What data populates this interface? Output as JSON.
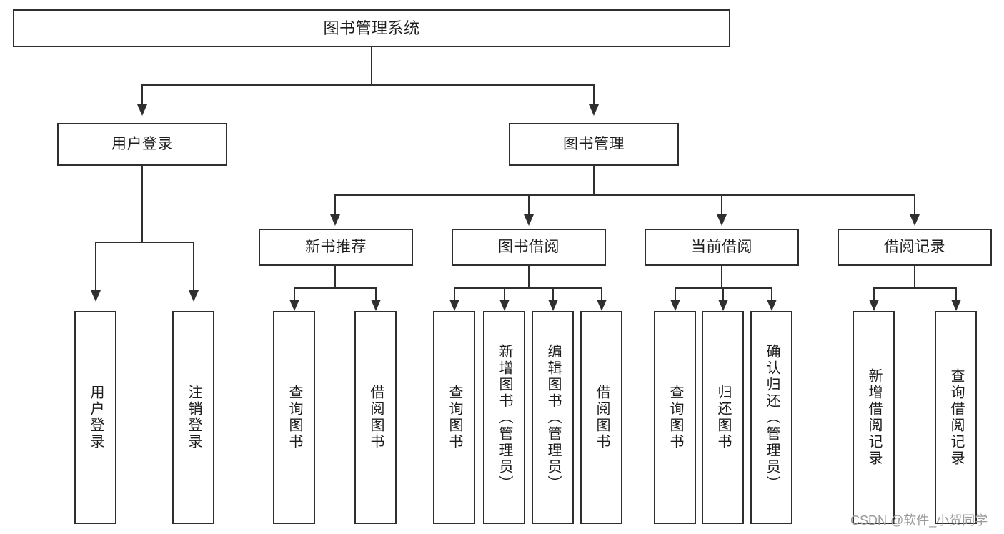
{
  "diagram": {
    "title": "图书管理系统",
    "type": "tree",
    "orientation": "top-down",
    "background_color": "#ffffff",
    "line_color": "#2f2f2f",
    "text_color": "#1d1d1d"
  },
  "nodes": {
    "root": {
      "label": "图书管理系统",
      "level": 0,
      "text_orientation": "horizontal"
    },
    "level1": [
      {
        "id": "user-login",
        "label": "用户登录",
        "text_orientation": "horizontal"
      },
      {
        "id": "book-manage",
        "label": "图书管理",
        "text_orientation": "horizontal"
      }
    ],
    "level2": [
      {
        "id": "new-book-recommend",
        "label": "新书推荐",
        "parent": "book-manage",
        "text_orientation": "horizontal"
      },
      {
        "id": "book-borrow",
        "label": "图书借阅",
        "parent": "book-manage",
        "text_orientation": "horizontal"
      },
      {
        "id": "current-borrow",
        "label": "当前借阅",
        "parent": "book-manage",
        "text_orientation": "horizontal"
      },
      {
        "id": "borrow-record",
        "label": "借阅记录",
        "parent": "book-manage",
        "text_orientation": "horizontal"
      }
    ],
    "leaves": [
      {
        "id": "leaf-user-login",
        "label": "用户登录",
        "parent": "user-login",
        "text_orientation": "vertical"
      },
      {
        "id": "leaf-user-logout",
        "label": "注销登录",
        "parent": "user-login",
        "text_orientation": "vertical"
      },
      {
        "id": "leaf-query-book-1",
        "label": "查询图书",
        "parent": "new-book-recommend",
        "text_orientation": "vertical"
      },
      {
        "id": "leaf-borrow-book-1",
        "label": "借阅图书",
        "parent": "new-book-recommend",
        "text_orientation": "vertical"
      },
      {
        "id": "leaf-query-book-2",
        "label": "查询图书",
        "parent": "book-borrow",
        "text_orientation": "vertical"
      },
      {
        "id": "leaf-add-book",
        "label": "新增图书（管理员）",
        "parent": "book-borrow",
        "text_orientation": "vertical"
      },
      {
        "id": "leaf-edit-book",
        "label": "编辑图书（管理员）",
        "parent": "book-borrow",
        "text_orientation": "vertical"
      },
      {
        "id": "leaf-borrow-book-2",
        "label": "借阅图书",
        "parent": "book-borrow",
        "text_orientation": "vertical"
      },
      {
        "id": "leaf-query-book-3",
        "label": "查询图书",
        "parent": "current-borrow",
        "text_orientation": "vertical"
      },
      {
        "id": "leaf-return-book",
        "label": "归还图书",
        "parent": "current-borrow",
        "text_orientation": "vertical"
      },
      {
        "id": "leaf-confirm-return",
        "label": "确认归还（管理员）",
        "parent": "current-borrow",
        "text_orientation": "vertical"
      },
      {
        "id": "leaf-add-record",
        "label": "新增借阅记录",
        "parent": "borrow-record",
        "text_orientation": "vertical"
      },
      {
        "id": "leaf-query-record",
        "label": "查询借阅记录",
        "parent": "borrow-record",
        "text_orientation": "vertical"
      }
    ]
  },
  "watermark": {
    "text": "CSDN @软件_小贺同学",
    "color": "#9a9a9a"
  }
}
